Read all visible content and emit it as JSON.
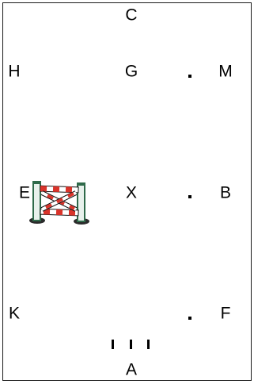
{
  "arena": {
    "letters": {
      "C": "C",
      "H": "H",
      "G": "G",
      "M": "M",
      "E": "E",
      "X": "X",
      "B": "B",
      "K": "K",
      "F": "F",
      "A": "A"
    }
  },
  "icons": {
    "jump": "show-jump-fence-icon"
  },
  "colors": {
    "border": "#1a1a1a",
    "text": "#000000",
    "jump_red": "#d9342b",
    "jump_white": "#ffffff",
    "jump_post": "#2f6a4a"
  }
}
